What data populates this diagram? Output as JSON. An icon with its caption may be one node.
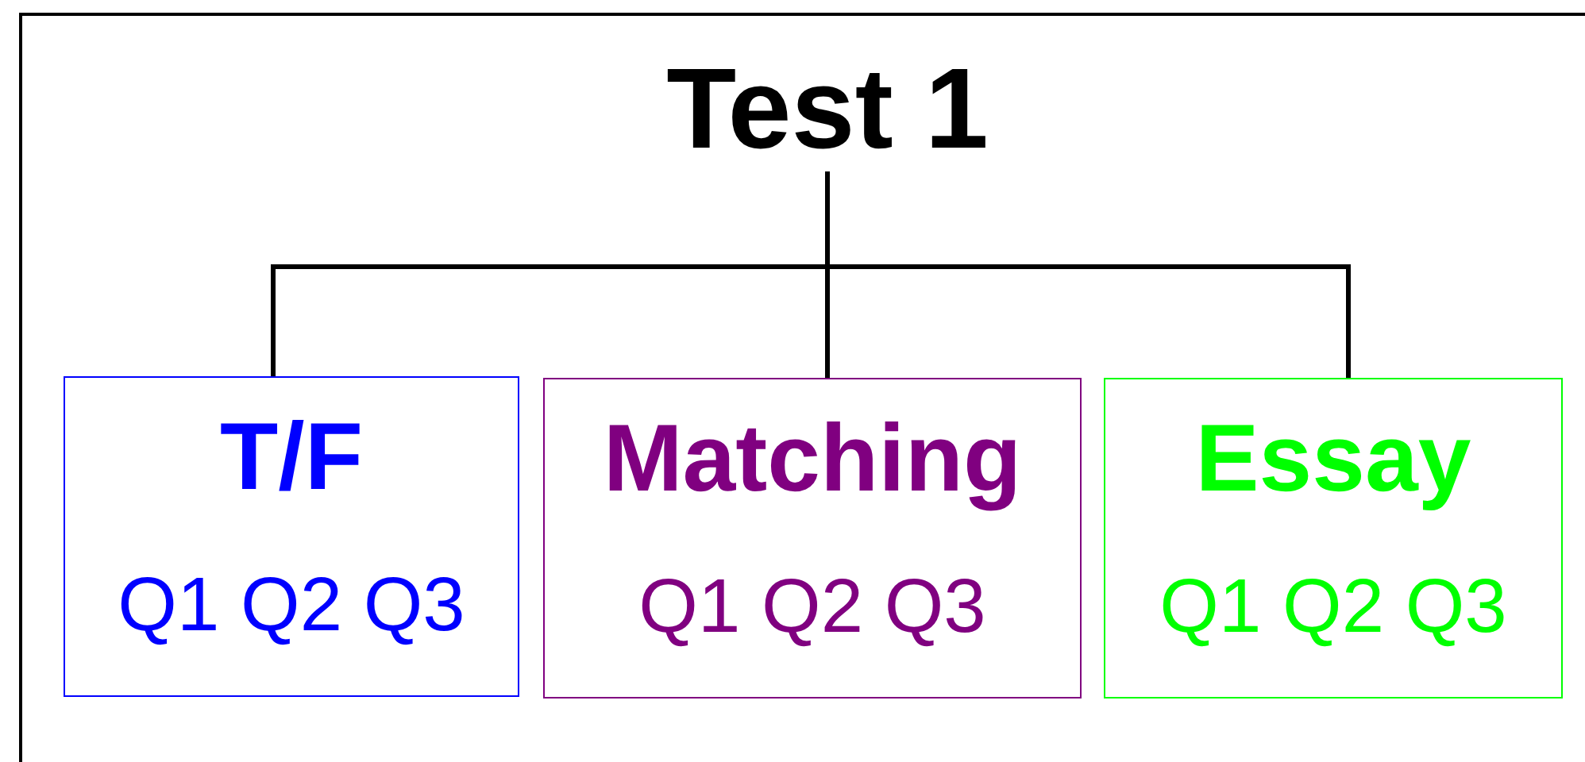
{
  "diagram": {
    "nodes": [
      {
        "text": [
          "Test 1"
        ]
      },
      {
        "text": [
          "T/F",
          "Q1 Q2 Q3"
        ]
      },
      {
        "text": [
          "Matching",
          "Q1 Q2 Q3"
        ]
      },
      {
        "text": [
          "Essay",
          "Q1 Q2 Q3"
        ]
      }
    ],
    "edges": [
      {
        "from": 0,
        "to": 1,
        "arrow": "none"
      },
      {
        "from": 0,
        "to": 2,
        "arrow": "none"
      },
      {
        "from": 0,
        "to": 3,
        "arrow": "none"
      }
    ]
  }
}
